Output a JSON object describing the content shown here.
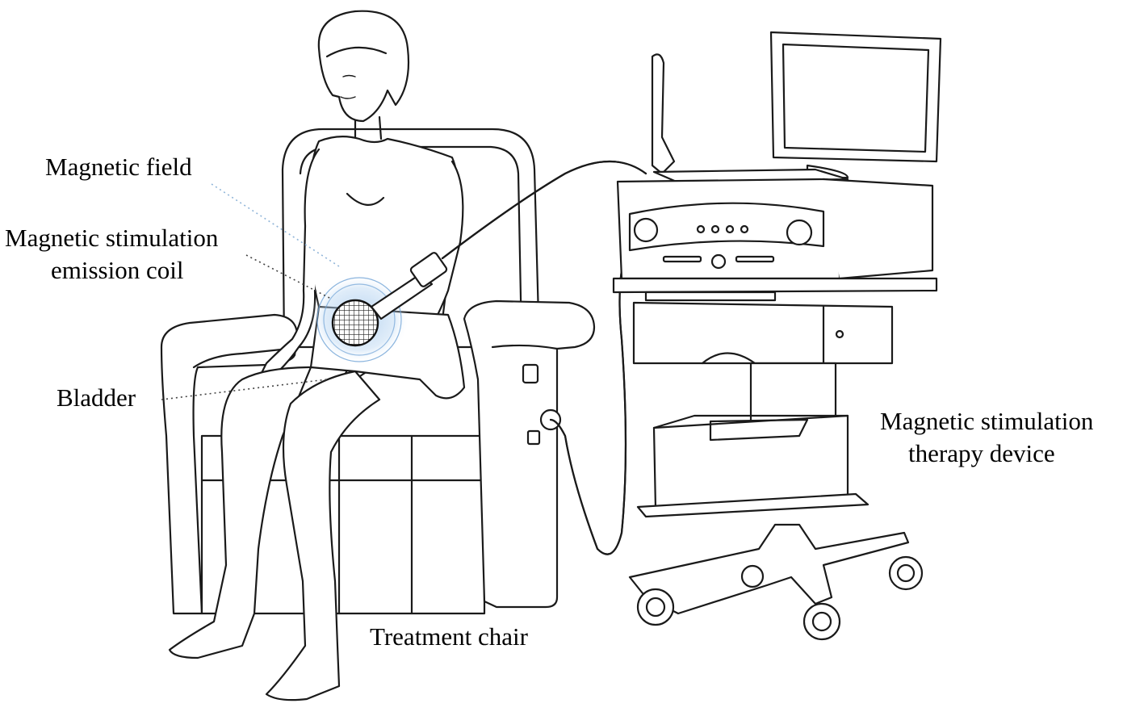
{
  "labels": {
    "magnetic_field": "Magnetic field",
    "coil_line1": "Magnetic stimulation",
    "coil_line2": "emission coil",
    "bladder": "Bladder",
    "device_line1": "Magnetic stimulation",
    "device_line2": "therapy device",
    "chair": "Treatment chair"
  },
  "colors": {
    "line": "#1a1a1a",
    "field_glow": "#9cc3ea",
    "field_ring": "#6fa3d6",
    "background": "#ffffff"
  },
  "icons": {
    "person": "seated-woman-illustration",
    "chair": "treatment-chair-illustration",
    "coil": "emission-coil-icon",
    "device": "therapy-device-cart-illustration",
    "monitor": "monitor-icon"
  }
}
